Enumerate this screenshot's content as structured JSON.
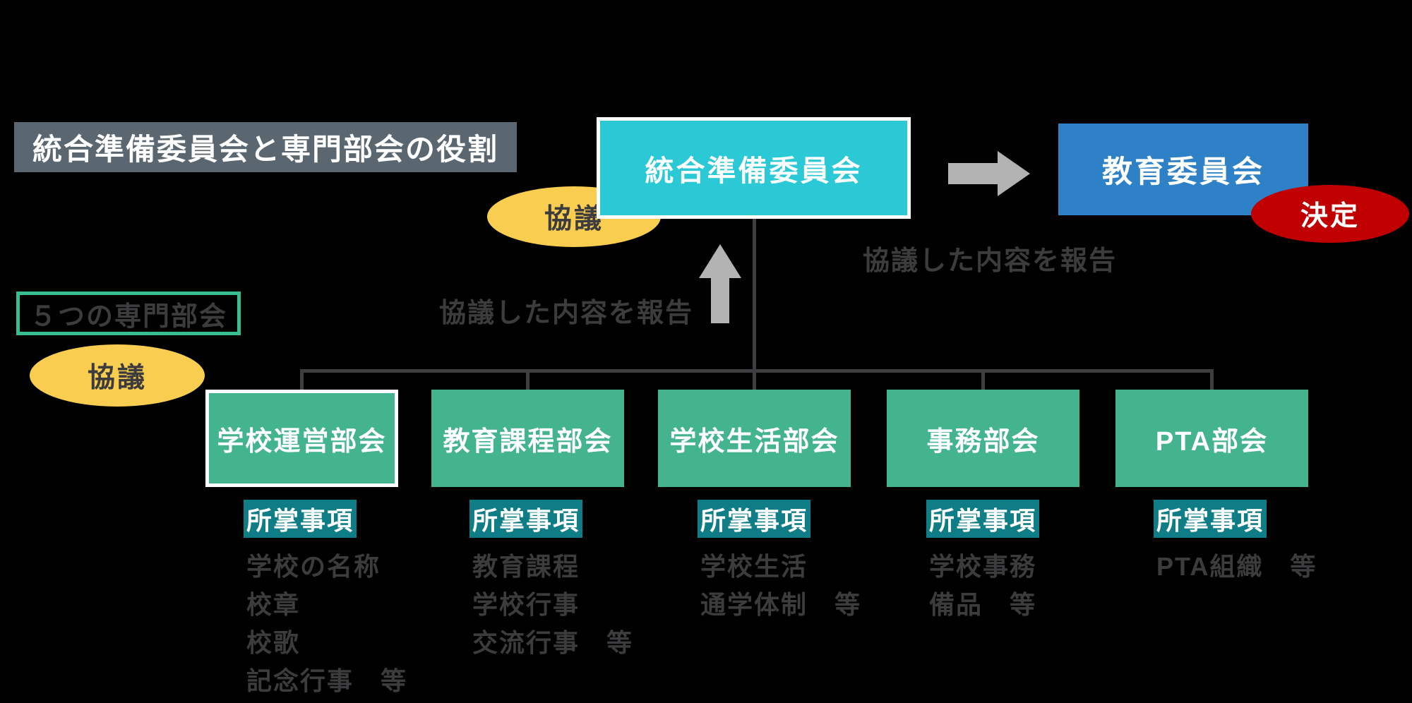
{
  "title": "統合準備委員会と専門部会の役割",
  "committee": {
    "label": "統合準備委員会"
  },
  "board": {
    "label": "教育委員会"
  },
  "badges": {
    "decision": "決定",
    "consult_top": "協議",
    "consult_left": "協議"
  },
  "report_to_board": "協議した内容を報告",
  "report_to_committee": "協議した内容を報告",
  "subcommittees_header": "５つの専門部会",
  "jurisdiction_heading": "所掌事項",
  "subcommittees": [
    {
      "name": "学校運営部会",
      "items": [
        "学校の名称",
        "校章",
        "校歌",
        "記念行事　等"
      ]
    },
    {
      "name": "教育課程部会",
      "items": [
        "教育課程",
        "学校行事",
        "交流行事　等"
      ]
    },
    {
      "name": "学校生活部会",
      "items": [
        "学校生活",
        "通学体制　等"
      ]
    },
    {
      "name": "事務部会",
      "items": [
        "学校事務",
        "備品　等"
      ]
    },
    {
      "name": "PTA部会",
      "items": [
        "PTA組織　等"
      ]
    }
  ],
  "colors": {
    "background": "#000000",
    "title_bg": "#5A6670",
    "committee_bg": "#2BC9D6",
    "board_bg": "#2E81C6",
    "decision_bg": "#C00000",
    "consult_bg": "#F9CD4F",
    "subcommittee_bg": "#44B48E",
    "jurisdiction_bg": "#0F7D85",
    "header_outline": "#38BD93",
    "arrow_gray": "#B3B3B3",
    "connector_gray": "#3E3E40",
    "muted_text": "#3C3C3E"
  }
}
